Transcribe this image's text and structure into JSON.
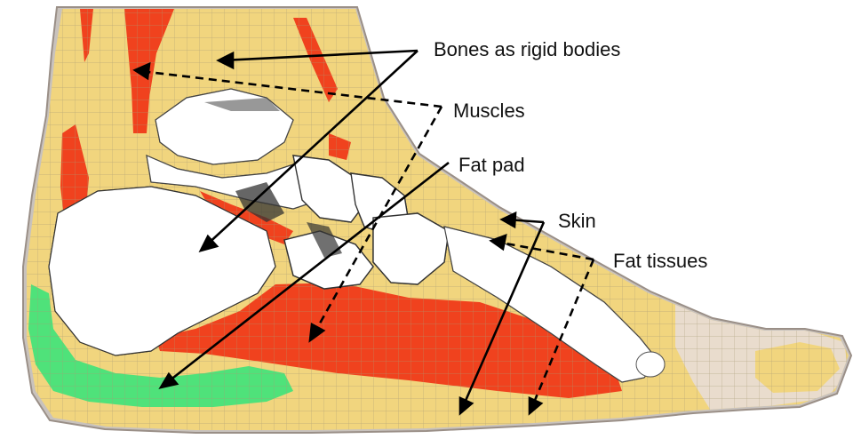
{
  "colors": {
    "fat_tissue": "#f1d57e",
    "muscle": "#f0421e",
    "fat_pad": "#4fe27a",
    "bone": "#ffffff",
    "skin_mesh": "#b8b8b8",
    "mesh_line": "#a89b74",
    "skin_toe": "#e9dccd",
    "arrow": "#000000"
  },
  "labels": {
    "bones": "Bones as rigid bodies",
    "muscles": "Muscles",
    "fat_pad": "Fat pad",
    "skin": "Skin",
    "fat_tissues": "Fat tissues"
  }
}
